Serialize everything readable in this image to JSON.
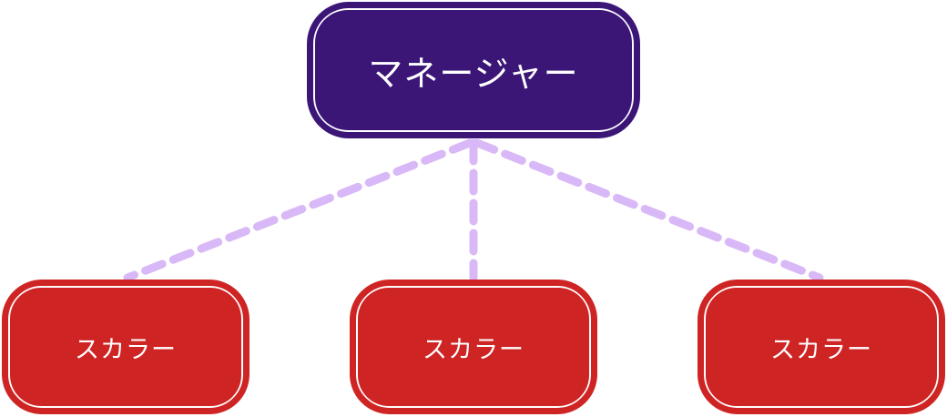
{
  "diagram": {
    "colors": {
      "manager": "#3b1677",
      "child": "#cf2424",
      "connector": "#d9b8f7"
    },
    "manager": {
      "label": "マネージャー"
    },
    "children": [
      {
        "label": "スカラー"
      },
      {
        "label": "スカラー"
      },
      {
        "label": "スカラー"
      }
    ]
  }
}
